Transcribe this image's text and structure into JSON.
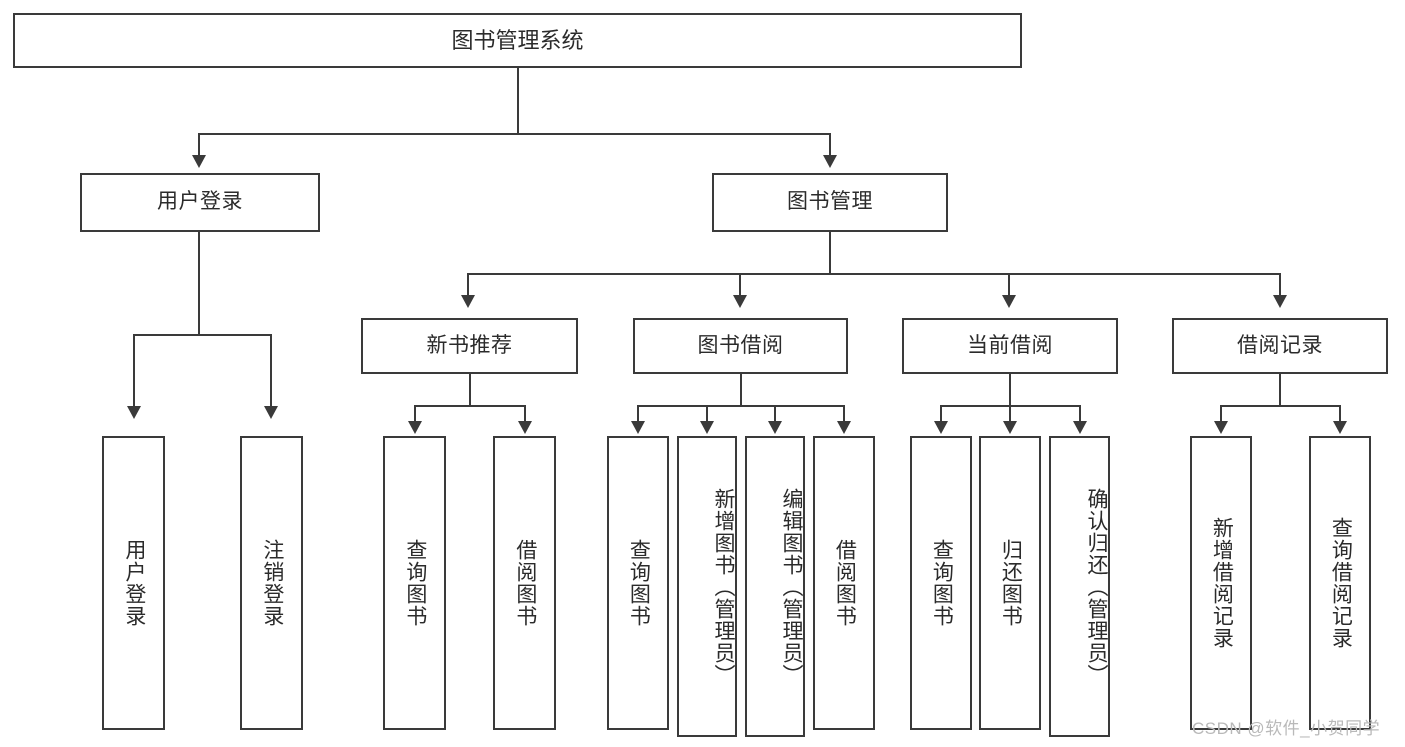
{
  "diagram": {
    "type": "hierarchy-tree",
    "title_node": {
      "id": "root",
      "label": "图书管理系统"
    },
    "level2": [
      {
        "id": "user-login",
        "label": "用户登录"
      },
      {
        "id": "book-management",
        "label": "图书管理"
      }
    ],
    "level3": [
      {
        "id": "new-book-recommend",
        "label": "新书推荐",
        "parent": "book-management"
      },
      {
        "id": "book-borrow",
        "label": "图书借阅",
        "parent": "book-management"
      },
      {
        "id": "current-borrow",
        "label": "当前借阅",
        "parent": "book-management"
      },
      {
        "id": "borrow-record",
        "label": "借阅记录",
        "parent": "book-management"
      }
    ],
    "leaves": {
      "user_login": [
        {
          "id": "leaf-user-login",
          "label": "用户登录"
        },
        {
          "id": "leaf-logout-login",
          "label": "注销登录"
        }
      ],
      "new_book_recommend": [
        {
          "id": "leaf-query-book-1",
          "label": "查询图书"
        },
        {
          "id": "leaf-borrow-book-1",
          "label": "借阅图书"
        }
      ],
      "book_borrow": [
        {
          "id": "leaf-query-book-2",
          "label": "查询图书"
        },
        {
          "id": "leaf-add-book",
          "label": "新增图书（管理员）"
        },
        {
          "id": "leaf-edit-book",
          "label": "编辑图书（管理员）"
        },
        {
          "id": "leaf-borrow-book-2",
          "label": "借阅图书"
        }
      ],
      "current_borrow": [
        {
          "id": "leaf-query-book-3",
          "label": "查询图书"
        },
        {
          "id": "leaf-return-book",
          "label": "归还图书"
        },
        {
          "id": "leaf-confirm-return",
          "label": "确认归还（管理员）"
        }
      ],
      "borrow_record": [
        {
          "id": "leaf-add-record",
          "label": "新增借阅记录"
        },
        {
          "id": "leaf-query-record",
          "label": "查询借阅记录"
        }
      ]
    },
    "colors": {
      "stroke": "#3a3a3a",
      "text": "#2b2b2b",
      "background": "#ffffff",
      "watermark": "#b9b9b9"
    }
  },
  "watermark": {
    "text": "CSDN @软件_小贺同学"
  }
}
